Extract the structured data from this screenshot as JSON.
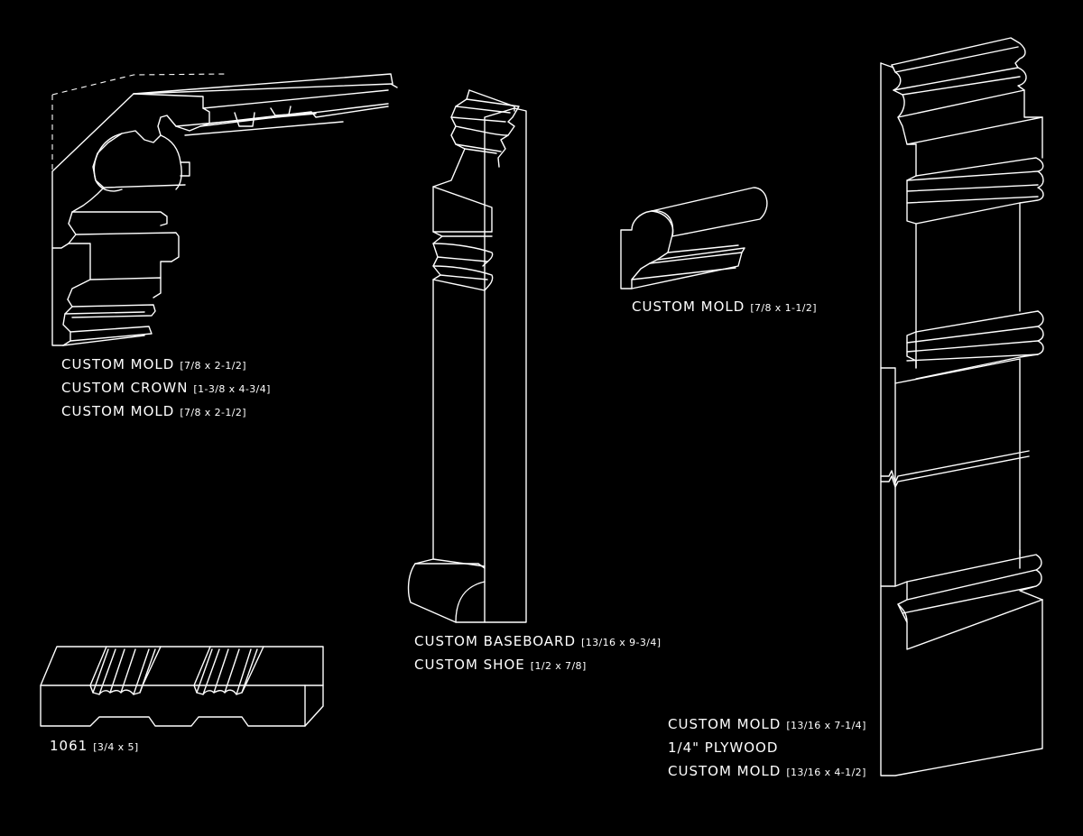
{
  "groups": {
    "crown": [
      {
        "name": "CUSTOM MOLD",
        "dim": "[7/8 x 2-1/2]"
      },
      {
        "name": "CUSTOM CROWN",
        "dim": "[1-3/8 x 4-3/4]"
      },
      {
        "name": "CUSTOM MOLD",
        "dim": "[7/8 x 2-1/2]"
      }
    ],
    "baseboard": [
      {
        "name": "CUSTOM BASEBOARD",
        "dim": "[13/16 x 9-3/4]"
      },
      {
        "name": "CUSTOM SHOE",
        "dim": "[1/2 x 7/8]"
      }
    ],
    "small_mold": [
      {
        "name": "CUSTOM MOLD",
        "dim": "[7/8 x 1-1/2]"
      }
    ],
    "casing_1061": [
      {
        "name": "1061",
        "dim": "[3/4 x 5]"
      }
    ],
    "wainscot": [
      {
        "name": "CUSTOM MOLD",
        "dim": "[13/16 x 7-1/4]"
      },
      {
        "name": "1/4\" PLYWOOD",
        "dim": ""
      },
      {
        "name": "CUSTOM MOLD",
        "dim": "[13/16 x 4-1/2]"
      }
    ]
  }
}
